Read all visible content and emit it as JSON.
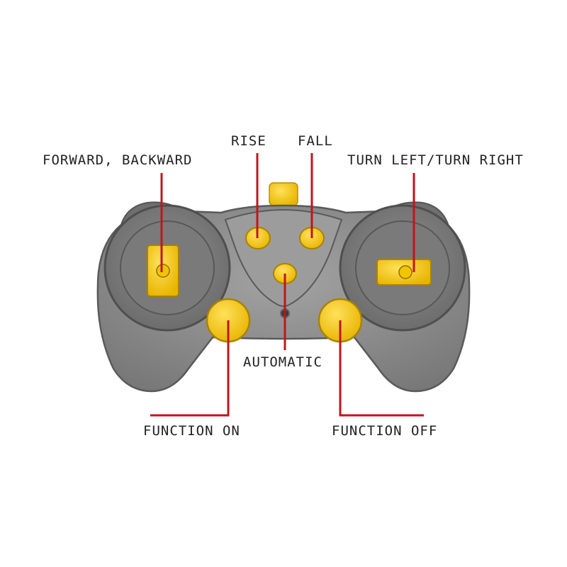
{
  "labels": {
    "forward_backward": "FORWARD, BACKWARD",
    "rise": "RISE",
    "fall": "FALL",
    "turn_left_right": "TURN LEFT/TURN RIGHT",
    "automatic": "AUTOMATIC",
    "function_on": "FUNCTION ON",
    "function_off": "FUNCTION OFF"
  },
  "colors": {
    "body": "#8a8a8a",
    "body_dark": "#6e6e6e",
    "button": "#f5c400",
    "leader_line": "#c0161c",
    "text": "#222222"
  }
}
